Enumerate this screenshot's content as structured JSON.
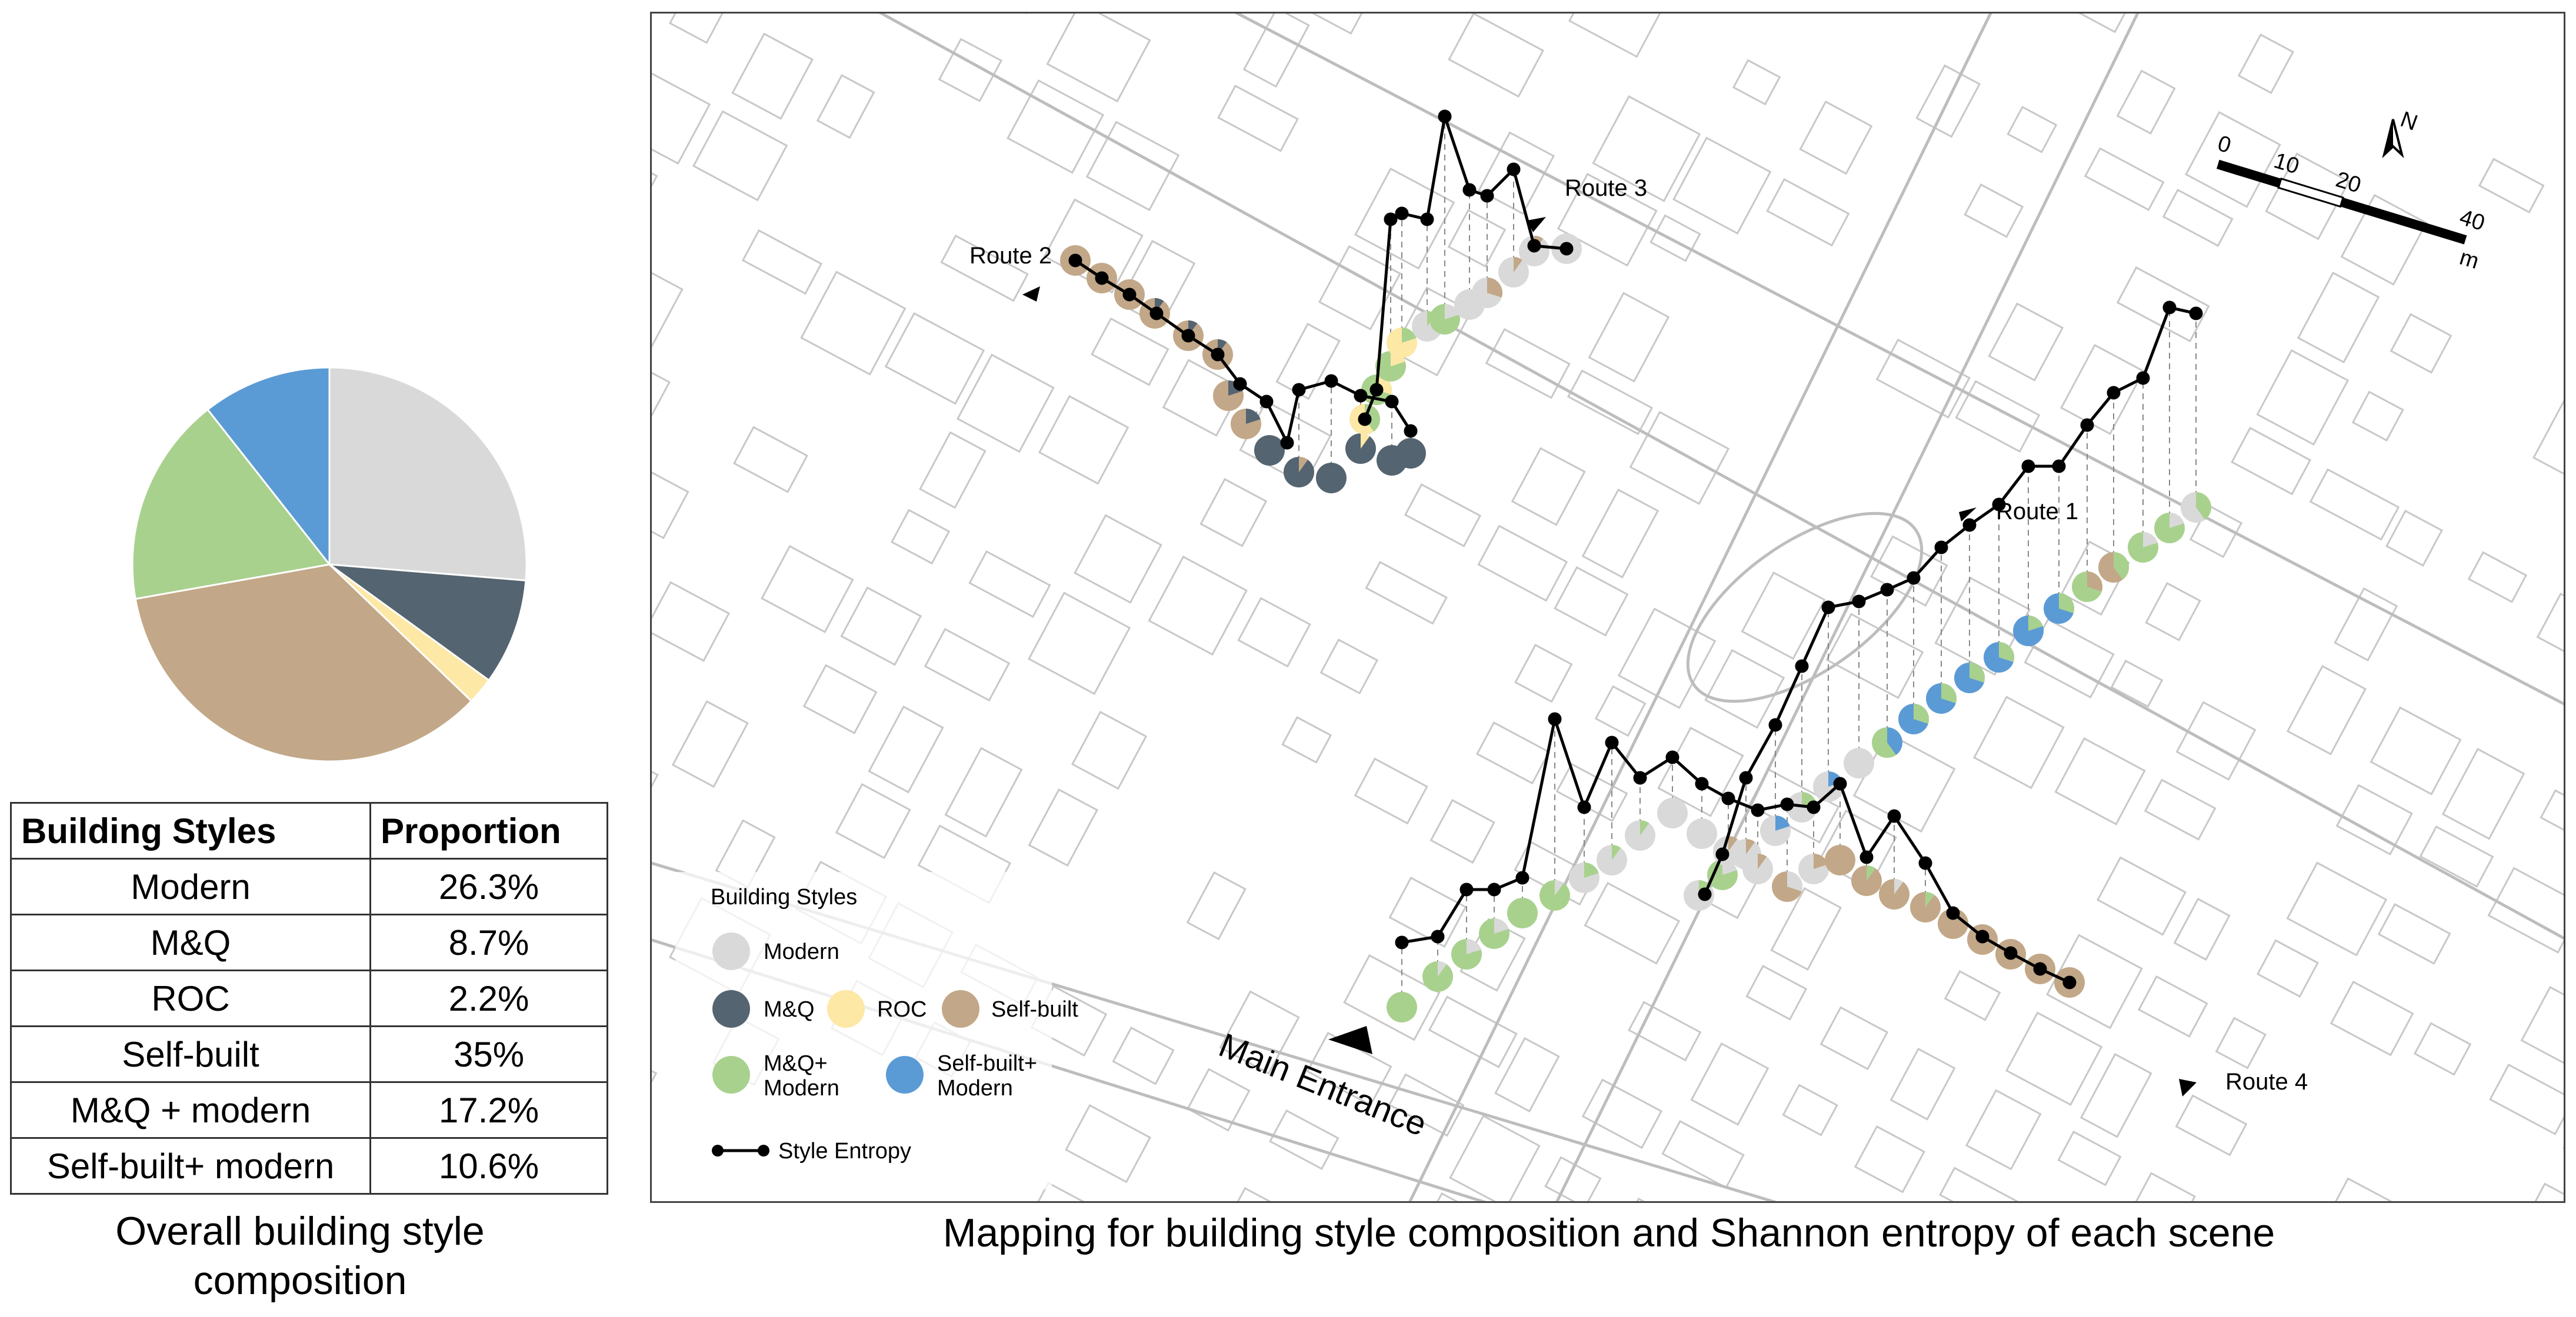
{
  "left_caption": "Overall building style composition",
  "right_caption": "Mapping for building style composition and Shannon entropy of each scene",
  "table": {
    "headers": [
      "Building Styles",
      "Proportion"
    ],
    "rows": [
      {
        "style": "Modern",
        "proportion": "26.3%"
      },
      {
        "style": "M&Q",
        "proportion": "8.7%"
      },
      {
        "style": "ROC",
        "proportion": "2.2%"
      },
      {
        "style": "Self-built",
        "proportion": "35%"
      },
      {
        "style": "M&Q + modern",
        "proportion": "17.2%"
      },
      {
        "style": "Self-built+ modern",
        "proportion": "10.6%"
      }
    ]
  },
  "chart_data": {
    "type": "pie",
    "title": "",
    "categories": [
      "Modern",
      "M&Q",
      "ROC",
      "Self-built",
      "M&Q + modern",
      "Self-built+ modern"
    ],
    "values": [
      26.3,
      8.7,
      2.2,
      35,
      17.2,
      10.6
    ],
    "colors": [
      "#d9d9d9",
      "#546470",
      "#fde8a6",
      "#c2a888",
      "#a9d18e",
      "#5b9bd5"
    ],
    "start": "12 o'clock, clockwise"
  },
  "map": {
    "routes": [
      "Route 1",
      "Route 2",
      "Route 3",
      "Route 4"
    ],
    "main_entrance": "Main Entrance",
    "scale": {
      "ticks": [
        "0",
        "10",
        "20",
        "40"
      ],
      "unit": "m",
      "north": "N"
    },
    "legend": {
      "title": "Building Styles",
      "modern": "Modern",
      "mq": "M&Q",
      "roc": "ROC",
      "selfbuilt": "Self-built",
      "mq_modern_l1": "M&Q+",
      "mq_modern_l2": "Modern",
      "sb_modern_l1": "Self-built+",
      "sb_modern_l2": "Modern",
      "entropy": "Style Entropy"
    },
    "colors": {
      "modern": "#d9d9d9",
      "mq": "#546470",
      "roc": "#fde8a6",
      "selfbuilt": "#c2a888",
      "mq_modern": "#a9d18e",
      "sb_modern": "#5b9bd5"
    }
  }
}
